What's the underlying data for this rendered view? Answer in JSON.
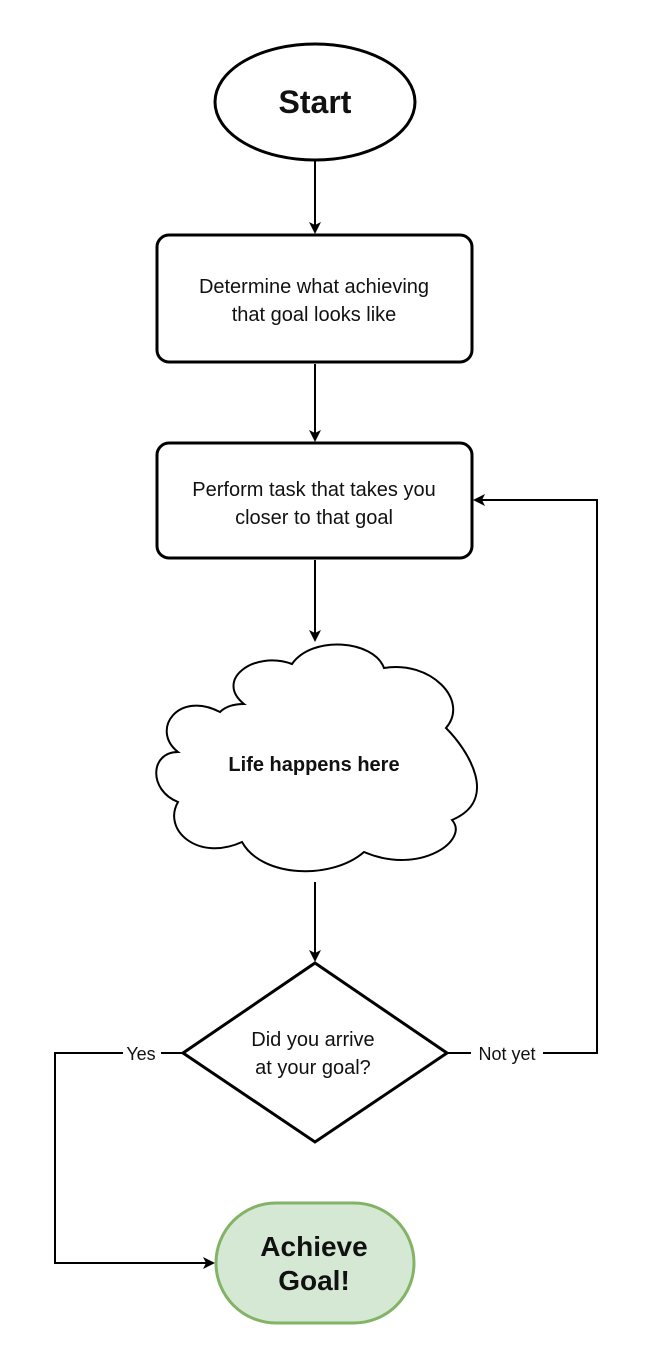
{
  "diagram": {
    "nodes": {
      "start": {
        "line1": "Start"
      },
      "determine": {
        "line1": "Determine what achieving",
        "line2": "that goal looks like"
      },
      "perform": {
        "line1": "Perform task that takes you",
        "line2": "closer to that goal"
      },
      "life": {
        "line1": "Life happens here"
      },
      "decision": {
        "line1": "Did you arrive",
        "line2": "at your goal?"
      },
      "achieve": {
        "line1": "Achieve",
        "line2": "Goal!"
      }
    },
    "edges": {
      "yes_label": "Yes",
      "not_yet_label": "Not yet"
    }
  },
  "colors": {
    "stroke": "#000000",
    "achieve_fill": "#d5e8d4",
    "achieve_stroke": "#82b366"
  }
}
